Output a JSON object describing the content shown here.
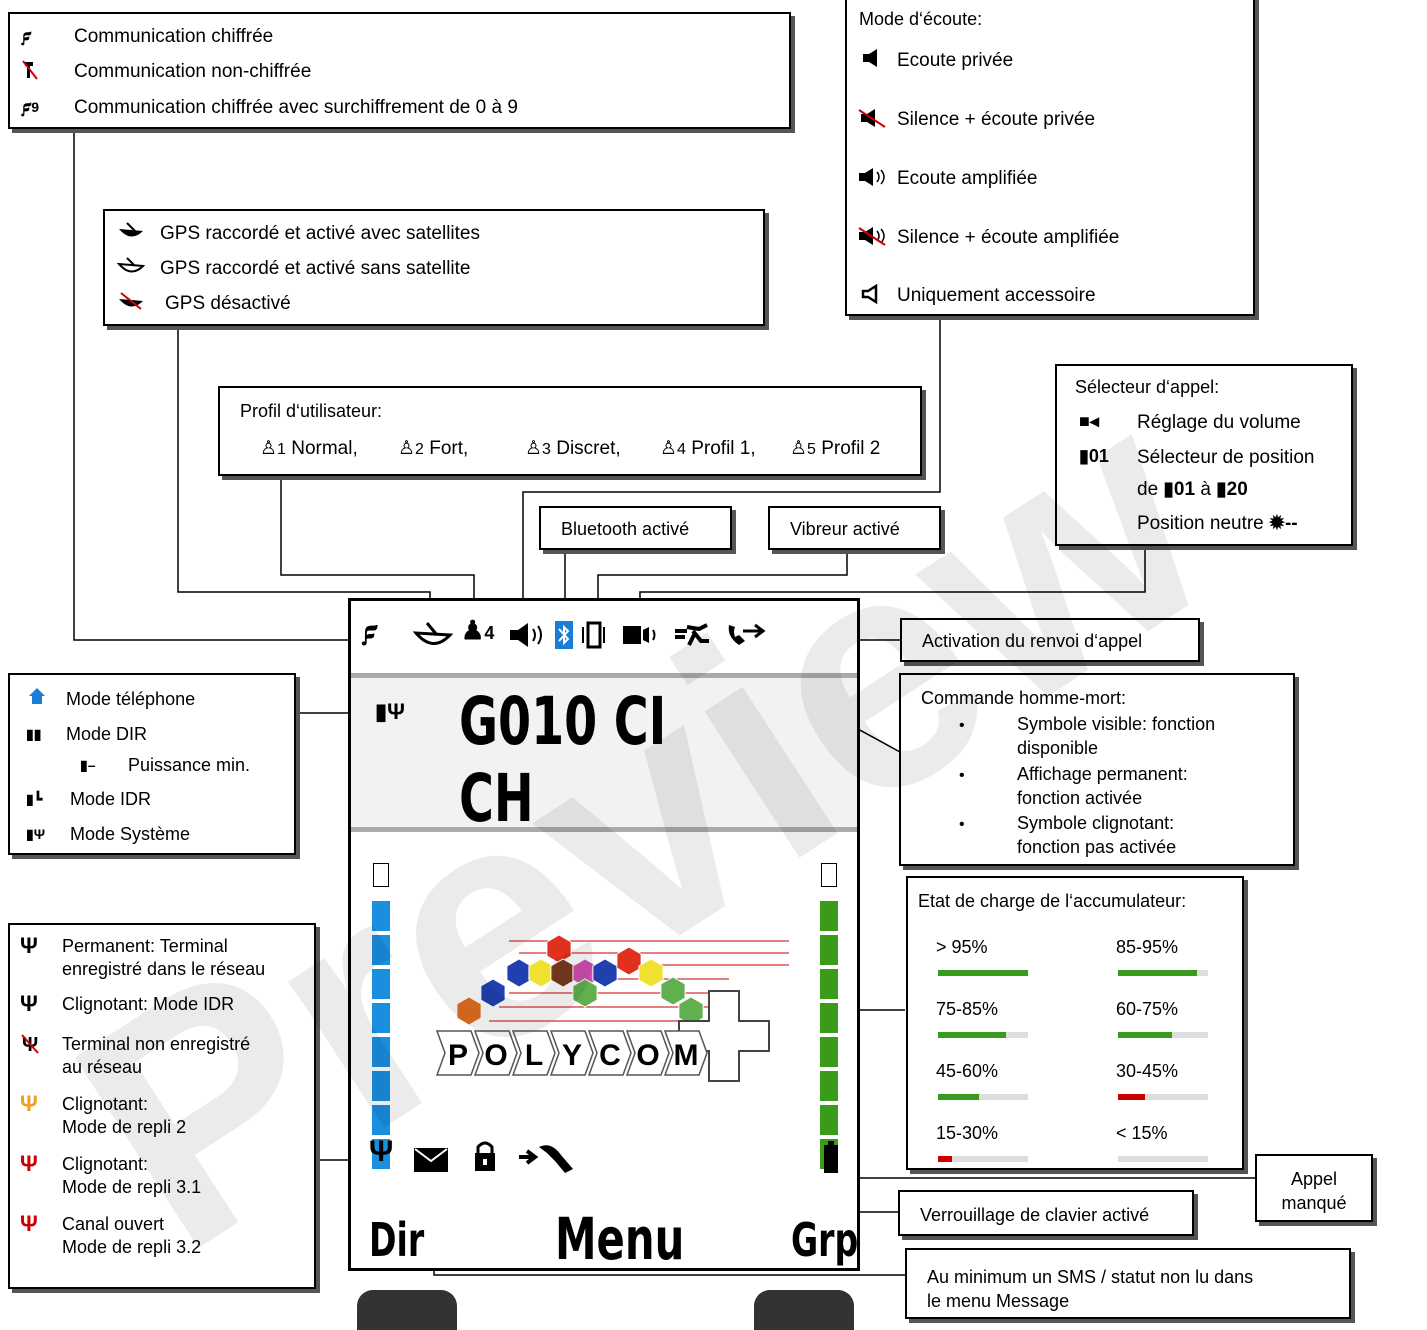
{
  "encryption": {
    "items": [
      {
        "icon": "key-icon",
        "label": "Communication chiffrée"
      },
      {
        "icon": "key-crossed-icon",
        "label": "Communication non-chiffrée"
      },
      {
        "icon": "key-digit-icon",
        "label": "Communication chiffrée avec surchiffrement  de 0 à 9"
      }
    ]
  },
  "gps": {
    "items": [
      {
        "icon": "gps-filled-icon",
        "label": "GPS raccordé et activé avec satellites"
      },
      {
        "icon": "gps-outline-icon",
        "label": "GPS raccordé et activé sans satellite"
      },
      {
        "icon": "gps-crossed-icon",
        "label": "GPS désactivé"
      }
    ]
  },
  "listen_mode": {
    "title": "Mode d‘écoute:",
    "items": [
      {
        "icon": "speaker-icon",
        "label": "Ecoute privée"
      },
      {
        "icon": "speaker-muted-icon",
        "label": "Silence + écoute privée"
      },
      {
        "icon": "speaker-loud-icon",
        "label": "Ecoute amplifiée"
      },
      {
        "icon": "speaker-loud-muted-icon",
        "label": "Silence + écoute amplifiée"
      },
      {
        "icon": "speaker-outline-icon",
        "label": "Uniquement accessoire"
      }
    ]
  },
  "profile": {
    "title": "Profil d‘utilisateur:",
    "items": [
      {
        "num": "1",
        "label": "Normal,"
      },
      {
        "num": "2",
        "label": "Fort,"
      },
      {
        "num": "3",
        "label": "Discret,"
      },
      {
        "num": "4",
        "label": "Profil 1,"
      },
      {
        "num": "5",
        "label": "Profil 2"
      }
    ]
  },
  "call_selector": {
    "title": "Sélecteur d‘appel:",
    "volume": "Réglage du volume",
    "position": "Sélecteur de position",
    "range_de": "de",
    "range_from": "01",
    "range_a": "à",
    "range_to": "20",
    "neutral": "Position neutre",
    "neutral_dashes": "--",
    "pos_code": "01"
  },
  "bluetooth_label": "Bluetooth activé",
  "vibrator_label": "Vibreur activé",
  "call_forward_label": "Activation du renvoi d‘appel",
  "dead_man": {
    "title": "Commande homme-mort:",
    "bullets": [
      [
        "Symbole visible: fonction",
        "disponible"
      ],
      [
        "Affichage permanent:",
        "fonction activée"
      ],
      [
        "Symbole clignotant:",
        "fonction pas activée"
      ]
    ]
  },
  "modes": {
    "items": [
      {
        "icon": "home-icon",
        "label": "Mode téléphone"
      },
      {
        "icon": "dir-mode-icon",
        "label": "Mode DIR"
      },
      {
        "icon": "min-power-icon",
        "label": "Puissance min."
      },
      {
        "icon": "idr-mode-icon",
        "label": "Mode IDR"
      },
      {
        "icon": "system-mode-icon",
        "label": "Mode Système"
      }
    ]
  },
  "battery": {
    "title": "Etat de charge de l‘accumulateur:",
    "levels": [
      {
        "label": "> 95%",
        "fill": 1.0,
        "color": "#3a9a1a"
      },
      {
        "label": "85-95%",
        "fill": 0.88,
        "color": "#3a9a1a"
      },
      {
        "label": "75-85%",
        "fill": 0.75,
        "color": "#3a9a1a"
      },
      {
        "label": "60-75%",
        "fill": 0.6,
        "color": "#3a9a1a"
      },
      {
        "label": "45-60%",
        "fill": 0.45,
        "color": "#3a9a1a"
      },
      {
        "label": "30-45%",
        "fill": 0.3,
        "color": "#cc0000"
      },
      {
        "label": "15-30%",
        "fill": 0.15,
        "color": "#cc0000"
      },
      {
        "label": "< 15%",
        "fill": 0.0,
        "color": "#cc0000"
      }
    ]
  },
  "antenna": {
    "items": [
      {
        "color": "#000000",
        "lines": [
          "Permanent: Terminal",
          "enregistré dans le réseau"
        ]
      },
      {
        "color": "#000000",
        "lines": [
          "Clignotant: Mode IDR"
        ]
      },
      {
        "color": "#cc0000",
        "lines": [
          "Terminal non enregistré",
          "au réseau"
        ]
      },
      {
        "color": "#f0a020",
        "lines": [
          "Clignotant:",
          "Mode de repli 2"
        ]
      },
      {
        "color": "#cc0000",
        "lines": [
          "Clignotant:",
          "Mode de repli 3.1"
        ]
      },
      {
        "color": "#cc0000",
        "lines": [
          "Canal ouvert",
          "Mode de repli 3.2"
        ]
      }
    ]
  },
  "missed_call_label": [
    "Appel",
    "manqué"
  ],
  "keylock_label": "Verrouillage de clavier activé",
  "sms_label": [
    "Au minimum un SMS / statut non lu dans",
    "le menu Message"
  ],
  "phone": {
    "group_name": "G010 CI CH",
    "profile_num": "4",
    "softkey_left": "Dir",
    "softkey_center": "Menu",
    "softkey_right": "Grp",
    "logo_letters": [
      "P",
      "O",
      "L",
      "Y",
      "C",
      "O",
      "M"
    ],
    "signal_bar_color": "#1a8fe0",
    "battery_bar_color": "#3a9a1a"
  },
  "watermark": "Preview"
}
